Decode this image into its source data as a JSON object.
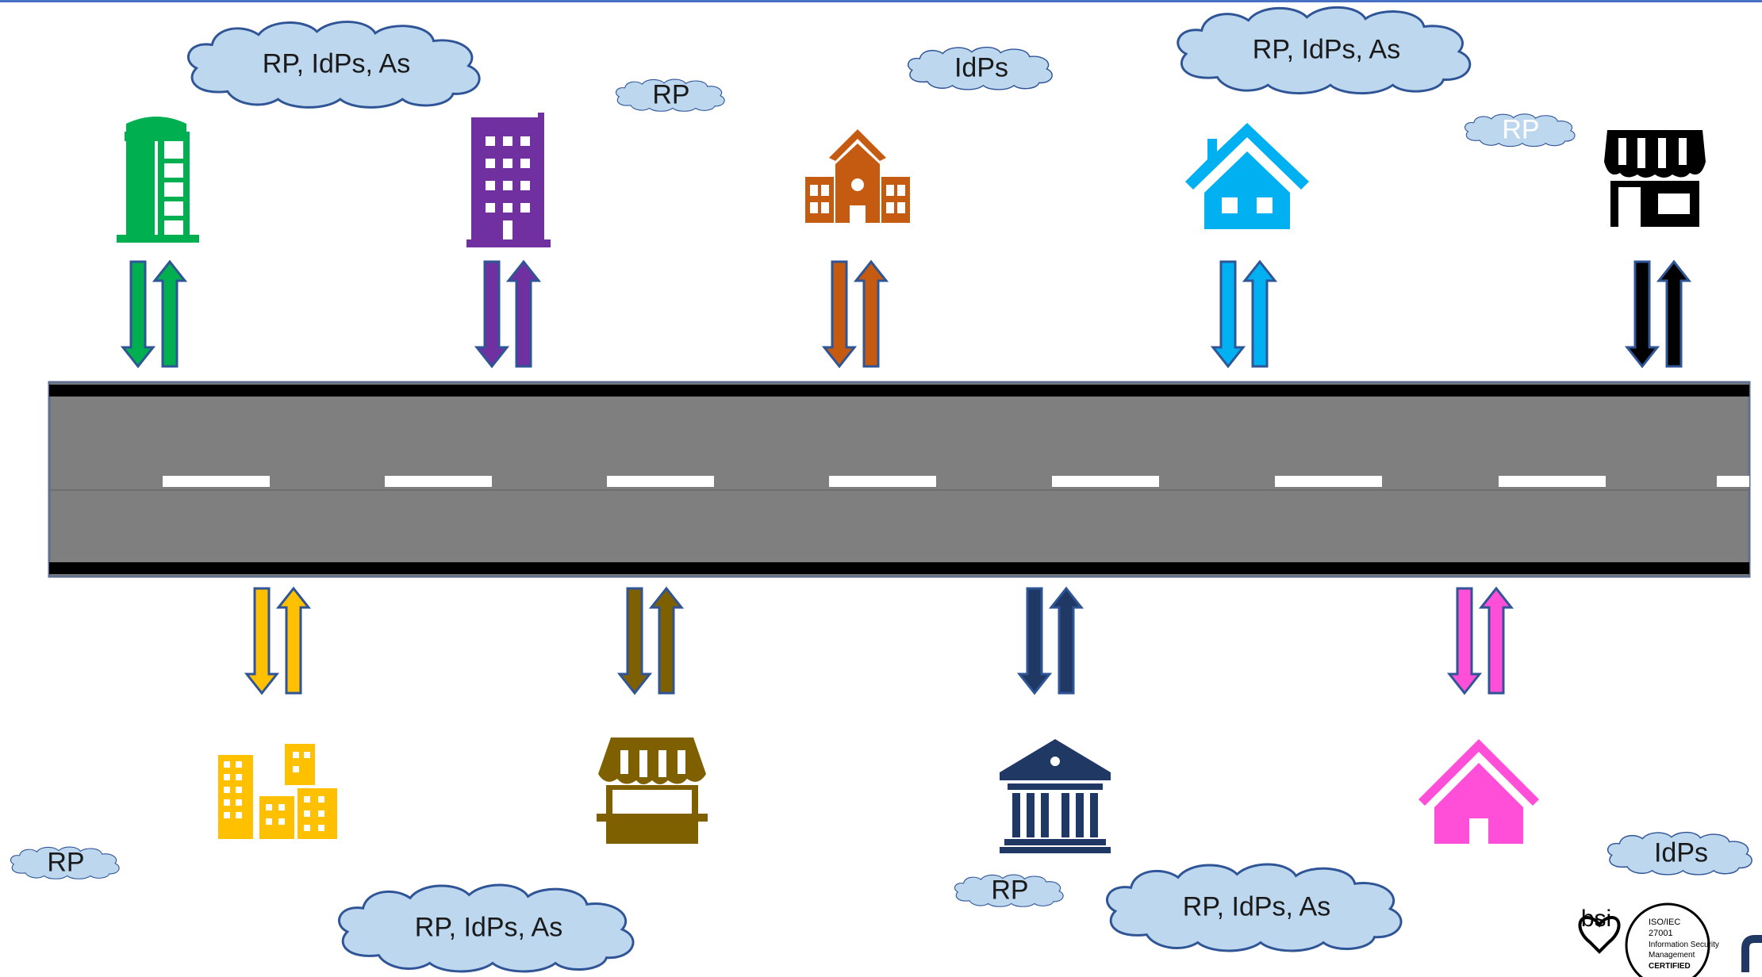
{
  "colors": {
    "top_rule": "#4a72c4",
    "road": "#7f7f7f",
    "road_edge": "#000000",
    "lane_dash": "#ffffff",
    "cloud_fill": "#bdd7ee",
    "cloud_stroke": "#2f5597",
    "arrow_outline": "#2f5597",
    "building_green": "#00b050",
    "building_purple": "#7030a0",
    "school_orange": "#c55a11",
    "house_blue": "#00b0f0",
    "shop_black": "#000000",
    "city_yellow": "#ffc000",
    "stall_brown": "#7f6000",
    "bank_navy": "#1f3864",
    "house_pink": "#ff4fd8"
  },
  "buildings": {
    "top": [
      {
        "icon": "silo-tower-icon",
        "color": "#00b050"
      },
      {
        "icon": "office-building-icon",
        "color": "#7030a0"
      },
      {
        "icon": "school-icon",
        "color": "#c55a11"
      },
      {
        "icon": "house-icon",
        "color": "#00b0f0"
      },
      {
        "icon": "storefront-icon",
        "color": "#000000"
      }
    ],
    "bottom": [
      {
        "icon": "city-buildings-icon",
        "color": "#ffc000"
      },
      {
        "icon": "market-stall-icon",
        "color": "#7f6000"
      },
      {
        "icon": "bank-icon",
        "color": "#1f3864"
      },
      {
        "icon": "house-icon",
        "color": "#ff4fd8"
      }
    ]
  },
  "clouds": [
    {
      "label": "RP, IdPs, As"
    },
    {
      "label": "RP"
    },
    {
      "label": "IdPs"
    },
    {
      "label": "RP, IdPs, As"
    },
    {
      "label": "RP"
    },
    {
      "label": "RP"
    },
    {
      "label": "RP, IdPs, As"
    },
    {
      "label": "RP"
    },
    {
      "label": "RP, IdPs, As"
    },
    {
      "label": "IdPs"
    }
  ],
  "certification": {
    "brand": "bsi",
    "lines": [
      "ISO/IEC",
      "27001",
      "Information Security",
      "Management",
      "CERTIFIED"
    ]
  }
}
